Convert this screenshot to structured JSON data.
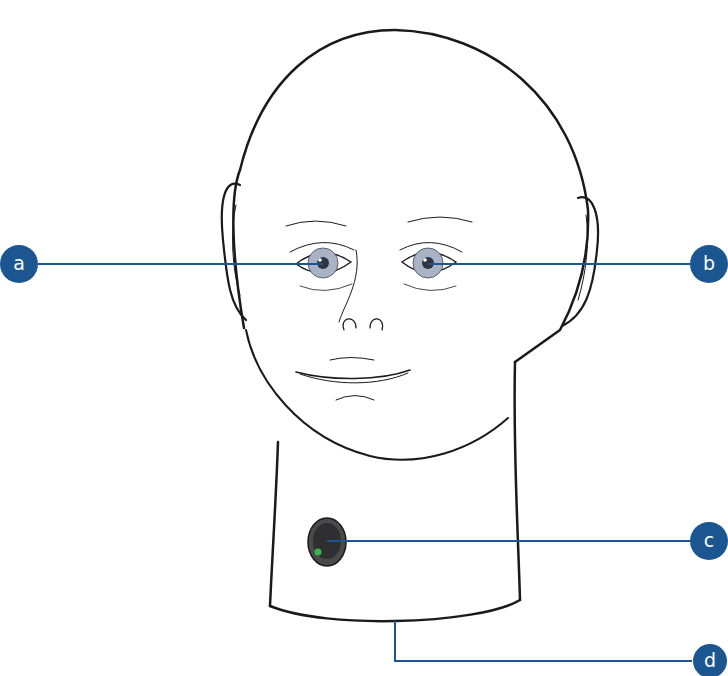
{
  "diagram": {
    "nodes": [
      {
        "text": [
          "a"
        ]
      },
      {
        "text": [
          "b"
        ]
      },
      {
        "text": [
          "c"
        ]
      },
      {
        "text": [
          "d"
        ]
      }
    ]
  }
}
